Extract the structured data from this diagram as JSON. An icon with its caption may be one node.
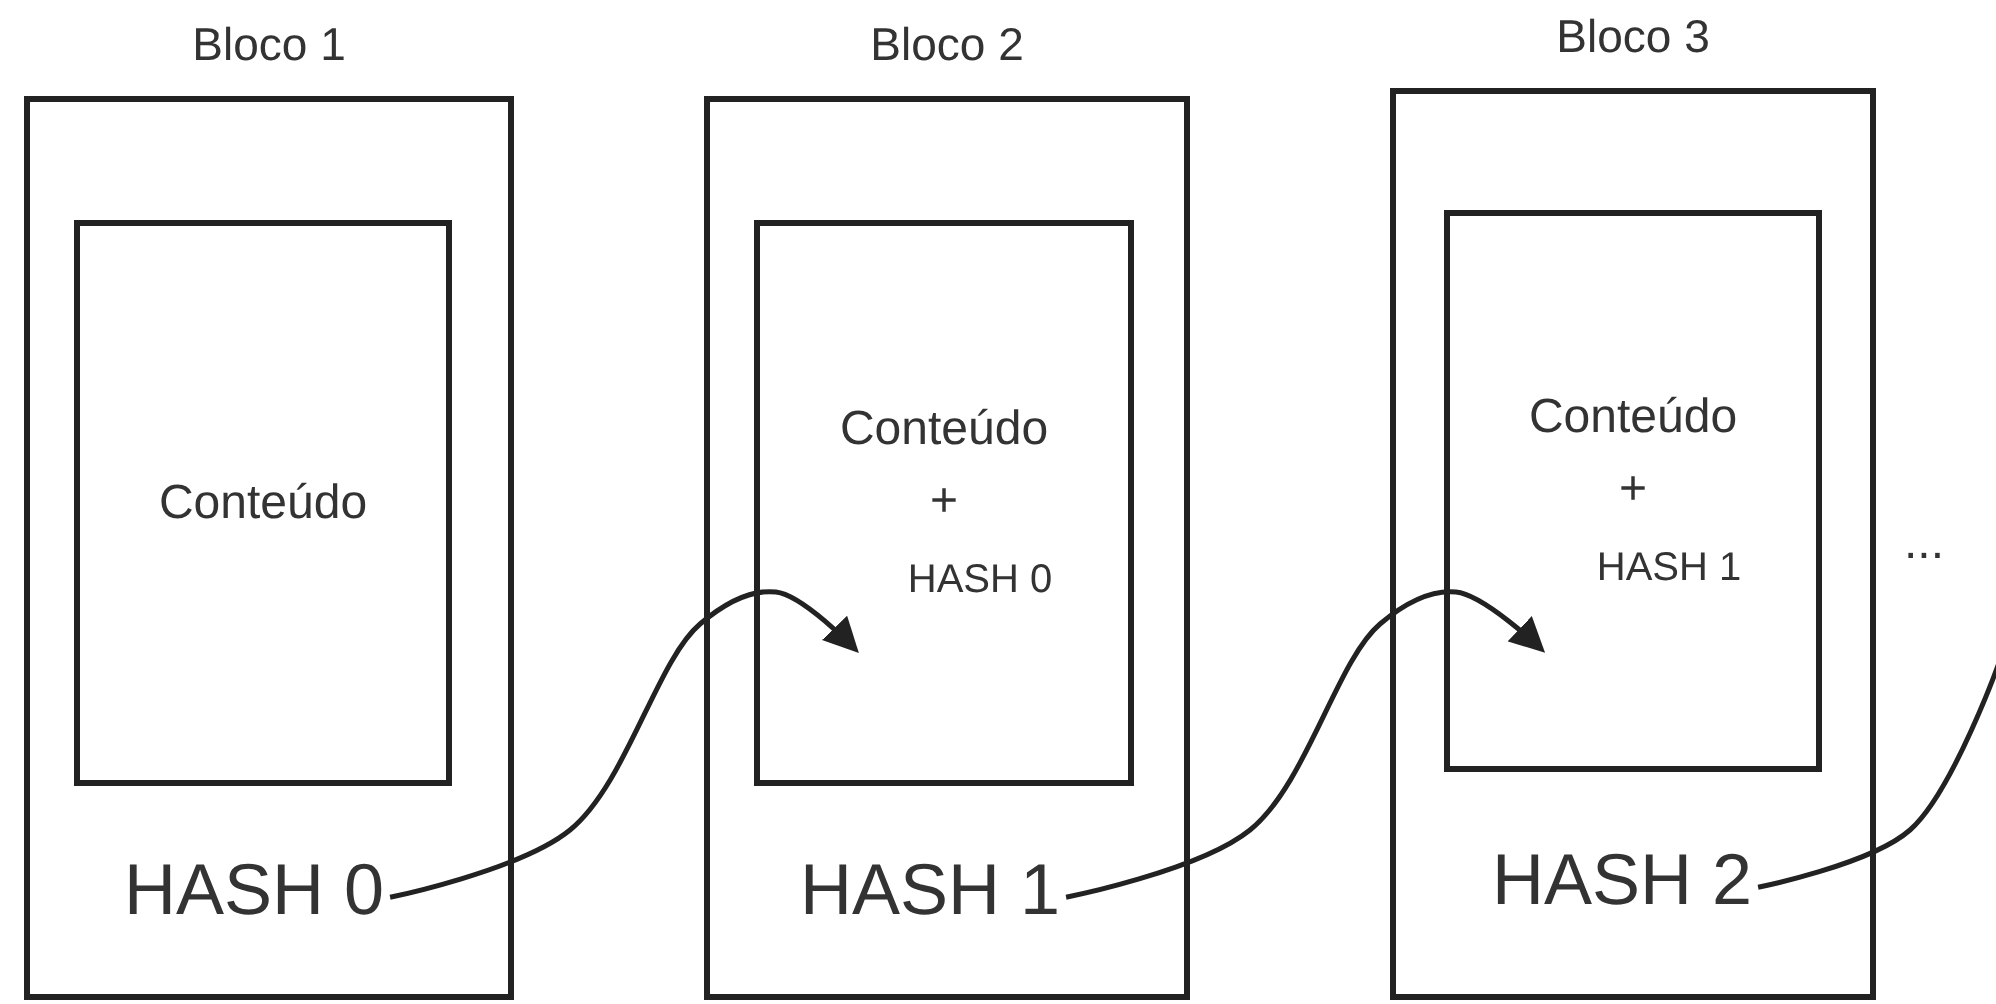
{
  "diagram": {
    "nodes": [
      {
        "text": [
          "Bloco 1"
        ]
      },
      {
        "text": [
          "Conteúdo"
        ],
        "in": 0
      },
      {
        "text": [
          "HASH 0"
        ],
        "in": 0
      },
      {
        "text": [
          "Bloco 2"
        ]
      },
      {
        "text": [
          "Conteúdo",
          "+",
          "HASH 0"
        ],
        "in": 3
      },
      {
        "text": [
          "HASH 1"
        ],
        "in": 3
      },
      {
        "text": [
          "Bloco 3"
        ]
      },
      {
        "text": [
          "Conteúdo",
          "+",
          "HASH 1"
        ],
        "in": 6
      },
      {
        "text": [
          "HASH 2"
        ],
        "in": 6
      }
    ],
    "edges": [
      {
        "from": 2,
        "to": 4,
        "arrow": "to"
      },
      {
        "from": 5,
        "to": 7,
        "arrow": "to"
      },
      {
        "from": 8,
        "to": null,
        "arrow": "none"
      }
    ],
    "labels": [
      "..."
    ]
  }
}
